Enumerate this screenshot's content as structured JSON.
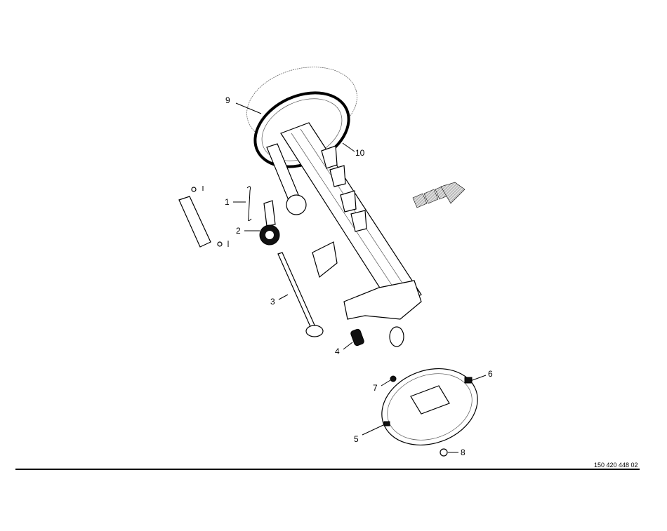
{
  "diagram": {
    "callouts": [
      "1",
      "2",
      "3",
      "4",
      "5",
      "6",
      "7",
      "8",
      "9",
      "10"
    ],
    "document_number": "150 420 448 02",
    "direction_arrow_icon": "direction-arrow-icon"
  }
}
